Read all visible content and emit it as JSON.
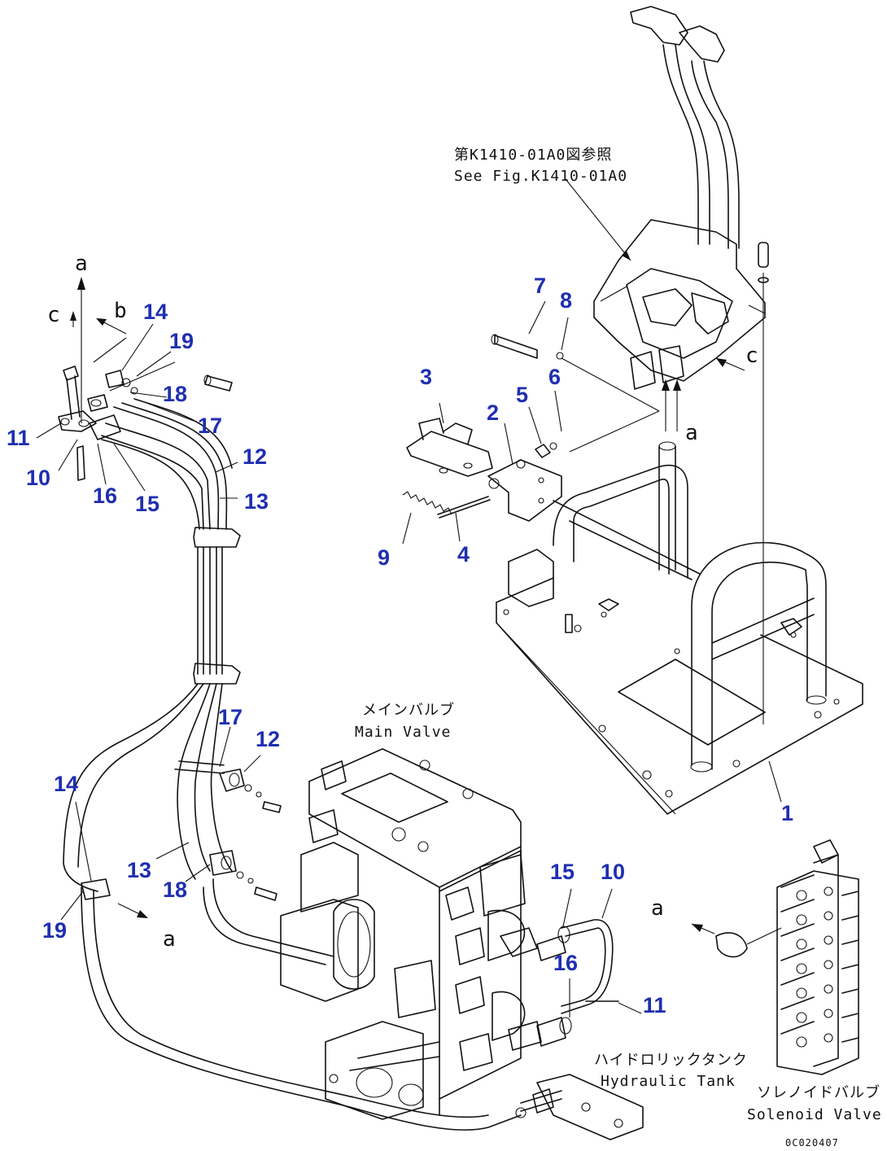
{
  "diagram": {
    "reference": {
      "jp": "第K1410-01A0図参照",
      "en": "See Fig.K1410-01A0"
    },
    "labels": {
      "main_valve_jp": "メインバルブ",
      "main_valve_en": "Main Valve",
      "hydraulic_tank_jp": "ハイドロリックタンク",
      "hydraulic_tank_en": "Hydraulic Tank",
      "solenoid_valve_jp": "ソレノイドバルブ",
      "solenoid_valve_en": "Solenoid Valve"
    },
    "direction_letters": [
      "a",
      "b",
      "c"
    ],
    "drawing_code": "0C020407",
    "part_numbers": [
      "1",
      "2",
      "3",
      "4",
      "5",
      "6",
      "7",
      "8",
      "9",
      "10",
      "11",
      "12",
      "13",
      "14",
      "15",
      "16",
      "17",
      "18",
      "19"
    ]
  }
}
